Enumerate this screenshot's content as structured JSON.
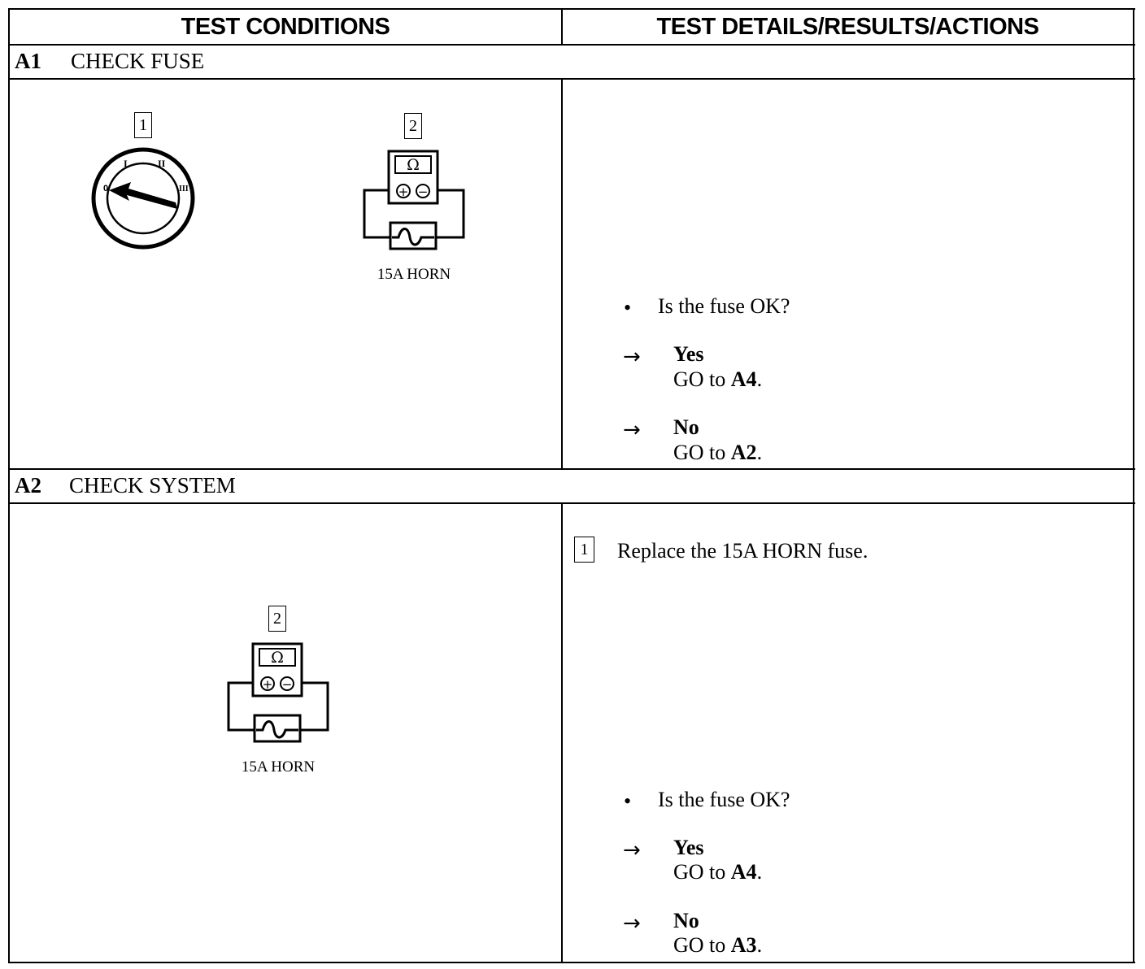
{
  "header": {
    "left": "TEST CONDITIONS",
    "right": "TEST DETAILS/RESULTS/ACTIONS"
  },
  "sections": [
    {
      "id": "A1",
      "title": "CHECK FUSE",
      "figures": {
        "ignition_step": "1",
        "meter_step": "2",
        "ignition_marks": [
          "0",
          "I",
          "II",
          "III"
        ],
        "ohm_symbol": "Ω",
        "plus_symbol": "+",
        "minus_symbol": "−",
        "fuse_caption": "15A HORN"
      },
      "question": "Is the fuse OK?",
      "yes_label": "Yes",
      "yes_go": "GO to",
      "yes_target": "A4",
      "yes_period": ".",
      "no_label": "No",
      "no_go": "GO to",
      "no_target": "A2",
      "no_period": "."
    },
    {
      "id": "A2",
      "title": "CHECK SYSTEM",
      "figures": {
        "meter_step": "2",
        "ohm_symbol": "Ω",
        "plus_symbol": "+",
        "minus_symbol": "−",
        "fuse_caption": "15A HORN"
      },
      "step": "1",
      "instruction": "Replace the 15A HORN fuse.",
      "question": "Is the fuse OK?",
      "yes_label": "Yes",
      "yes_go": "GO to",
      "yes_target": "A4",
      "yes_period": ".",
      "no_label": "No",
      "no_go": "GO to",
      "no_target": "A3",
      "no_period": "."
    }
  ],
  "symbols": {
    "bullet": "•",
    "arrow": "→"
  }
}
